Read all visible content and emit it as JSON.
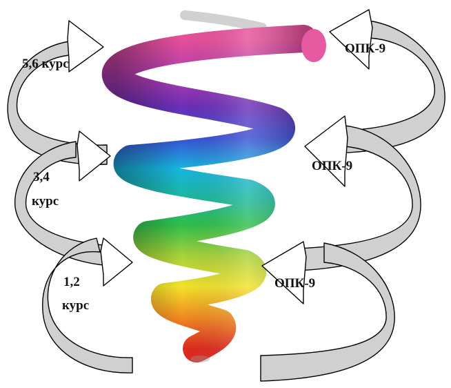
{
  "diagram": {
    "left_labels": [
      {
        "lines": [
          "5,6 курс"
        ]
      },
      {
        "lines": [
          "3,4",
          "курс"
        ]
      },
      {
        "lines": [
          "1,2",
          "курс"
        ]
      }
    ],
    "right_labels": [
      {
        "text": "ОПК-9"
      },
      {
        "text": "ОПК-9"
      },
      {
        "text": "ОПК-9"
      }
    ],
    "colors": {
      "spiral_gradient_top_to_bottom": [
        "#e8509a",
        "#7a2fb5",
        "#3a4fd6",
        "#18b6e0",
        "#2fbf4a",
        "#a8d23a",
        "#f3e32a",
        "#f08a22",
        "#e02a1f"
      ],
      "arrow_fill": "#d0d0d0",
      "arrow_head_fill": "#ffffff",
      "outline": "#000000"
    }
  }
}
